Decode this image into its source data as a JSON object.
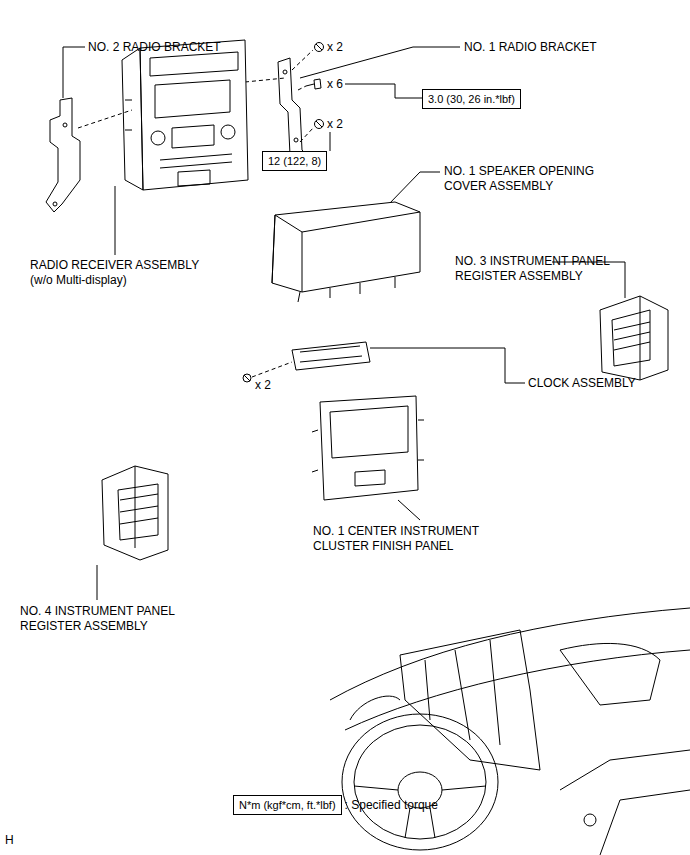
{
  "diagram": {
    "nodes": [
      {
        "text": [
          "3.0 (30, 26 in.*lbf)"
        ]
      },
      {
        "text": [
          "12 (122, 8)"
        ]
      },
      {
        "text": [
          "N*m (kgf*cm, ft.*lbf)"
        ]
      }
    ],
    "labels": [
      "NO. 2 RADIO BRACKET",
      "x 2",
      "NO. 1 RADIO BRACKET",
      "x 6",
      "x 2",
      "RADIO RECEIVER ASSEMBLY (w/o Multi-display)",
      "NO. 1 SPEAKER OPENING COVER ASSEMBLY",
      "NO. 3 INSTRUMENT PANEL REGISTER ASSEMBLY",
      "x 2",
      "CLOCK ASSEMBLY",
      "NO. 1 CENTER INSTRUMENT CLUSTER FINISH PANEL",
      "NO. 4 INSTRUMENT PANEL REGISTER ASSEMBLY",
      ": Specified torque",
      "H"
    ]
  }
}
